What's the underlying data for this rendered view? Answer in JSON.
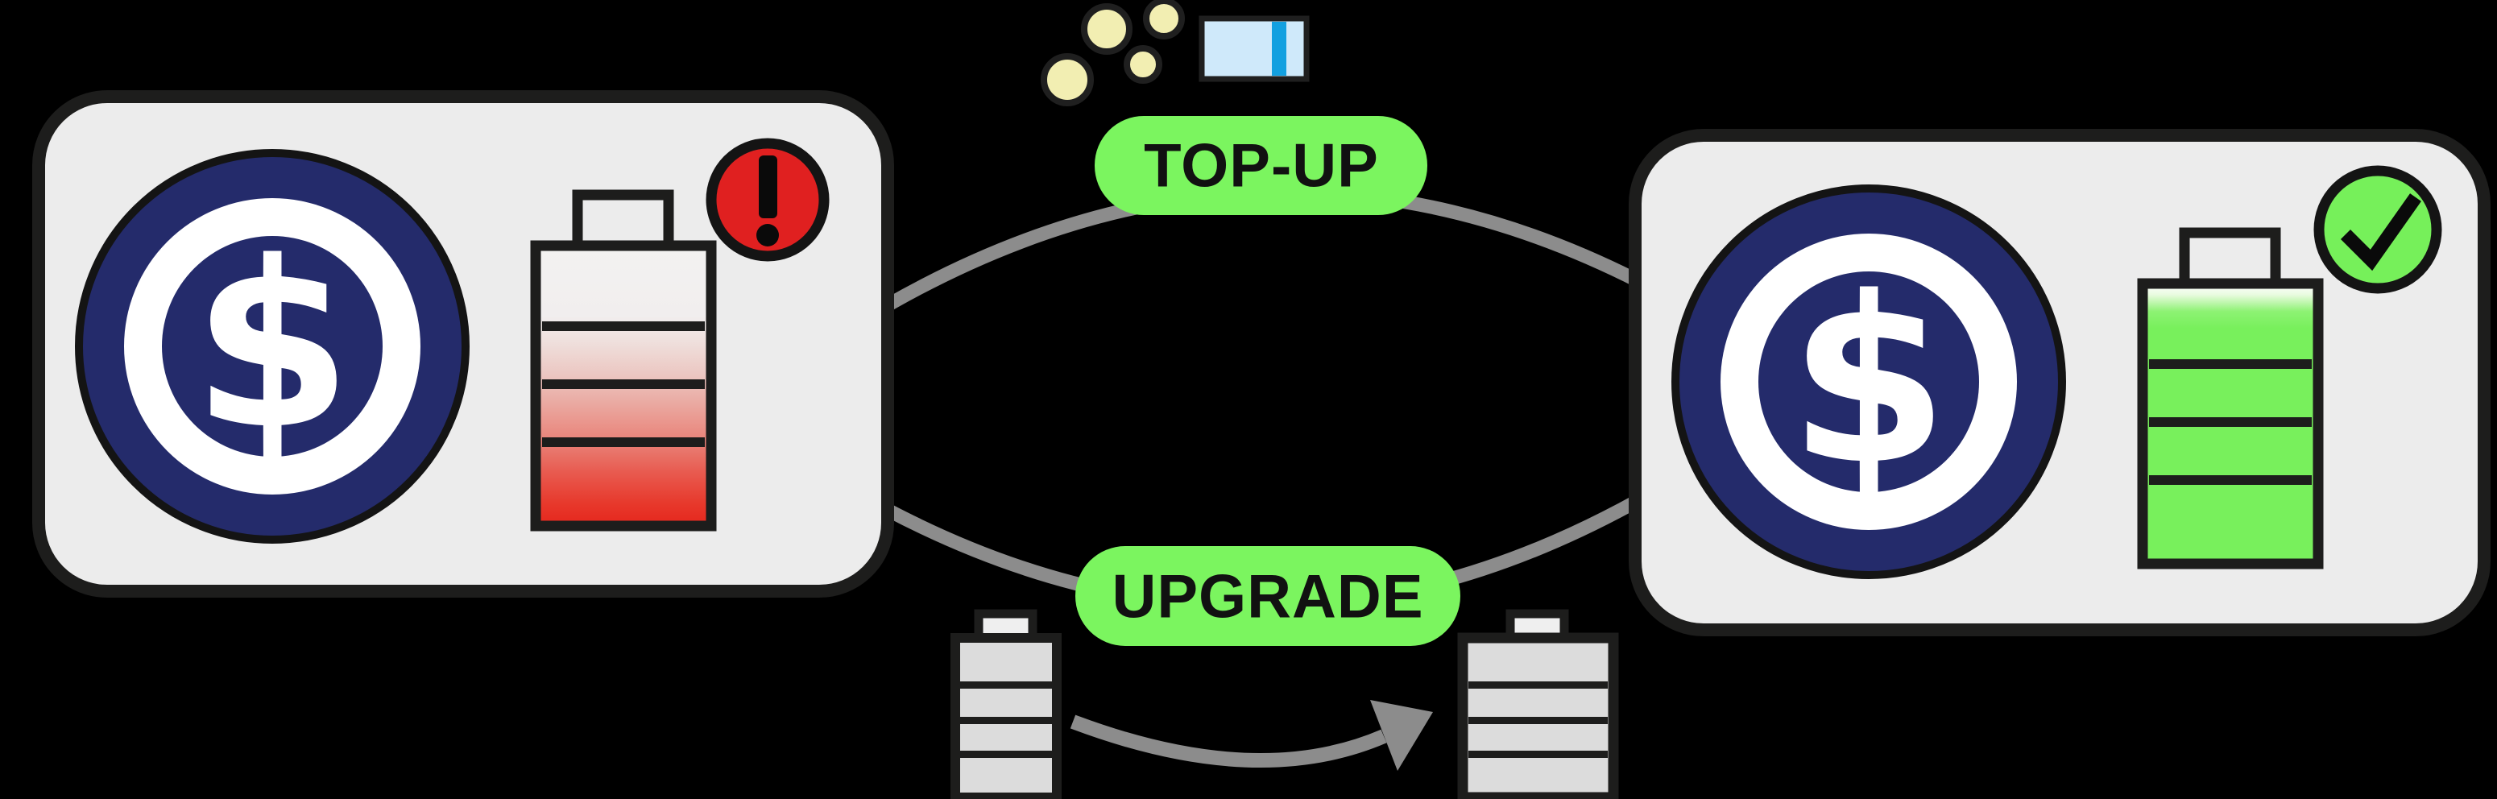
{
  "diagram": {
    "background": "#000000",
    "theme": "money-as-battery illustration",
    "top_pill": {
      "label": "TOP-UP"
    },
    "bottom_pill": {
      "label": "UPGRADE"
    },
    "left_card": {
      "currency_symbol": "$",
      "battery_state": "low",
      "badge_icon": "exclamation-alert"
    },
    "right_card": {
      "currency_symbol": "$",
      "battery_state": "full",
      "badge_icon": "check"
    },
    "decorations": {
      "coin_count": 4,
      "banknote": "banknote-icon",
      "small_batteries": [
        "small-battery",
        "large-battery"
      ],
      "arrow": "upgrade-arrow"
    },
    "colors": {
      "background": "#000000",
      "card_fill": "#ececec",
      "outline": "#1d1d1c",
      "coin_navy": "#242b6b",
      "symbol_white": "#ffffff",
      "pill_green": "#7bf55f",
      "battery_green": "#78f05c",
      "badge_green": "#76f05a",
      "alert_red": "#e02020",
      "battery_red": "#e6261c",
      "arc_gray": "#8c8c8c",
      "small_battery_gray": "#dcdcdc",
      "coin_yellow": "#f2eeb2",
      "note_blue": "#cfe9fa",
      "note_stripe_blue": "#12a0e0",
      "text_black": "#111111"
    }
  }
}
